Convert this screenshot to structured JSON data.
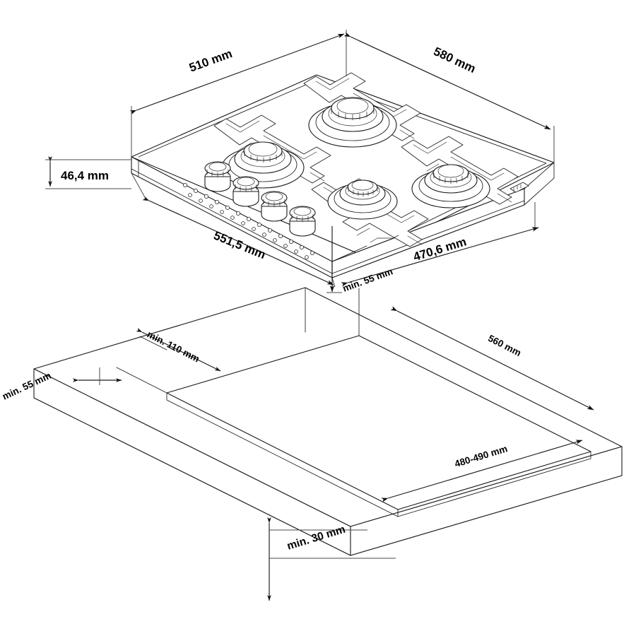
{
  "drawing": {
    "title": "Gas Hob Installation Dimension Drawing",
    "type": "technical-line-drawing",
    "view": "isometric",
    "background_color": "#ffffff",
    "line_color": "#1a1a1a"
  },
  "appliance": {
    "name": "4-burner gas hob",
    "burner_count": 4,
    "knob_count": 4,
    "features": [
      "cast-iron pan supports",
      "perforated front trim",
      "front-mounted control knobs",
      "side gas connector"
    ]
  },
  "dimensions": {
    "hob_width": {
      "label": "510 mm",
      "value": 510,
      "unit": "mm",
      "description": "hob top width"
    },
    "hob_depth": {
      "label": "580 mm",
      "value": 580,
      "unit": "mm",
      "description": "hob top depth"
    },
    "hob_height": {
      "label": "46,4 mm",
      "value": 46.4,
      "unit": "mm",
      "description": "hob body height"
    },
    "hob_body_width": {
      "label": "551,5 mm",
      "value": 551.5,
      "unit": "mm",
      "description": "hob body width"
    },
    "hob_body_depth": {
      "label": "470,6 mm",
      "value": 470.6,
      "unit": "mm",
      "description": "hob body depth"
    },
    "clearance_rear_min": {
      "label": "min. 55 mm",
      "value": 55,
      "unit": "mm",
      "description": "minimum rear clearance"
    },
    "clearance_side_min": {
      "label": "min. 55 mm",
      "value": 55,
      "unit": "mm",
      "description": "minimum side clearance"
    },
    "clearance_front_min": {
      "label": "min. 110 mm",
      "value": 110,
      "unit": "mm",
      "description": "minimum front clearance"
    },
    "cutout_width": {
      "label": "560 mm",
      "value": 560,
      "unit": "mm",
      "description": "worktop cutout width"
    },
    "cutout_depth": {
      "label": "480-490 mm",
      "value_min": 480,
      "value_max": 490,
      "unit": "mm",
      "description": "worktop cutout depth"
    },
    "worktop_thickness_min": {
      "label": "min. 30 mm",
      "value": 30,
      "unit": "mm",
      "description": "minimum worktop thickness"
    }
  },
  "labels": [
    {
      "id": "dim-510",
      "text": "510 mm"
    },
    {
      "id": "dim-580",
      "text": "580 mm"
    },
    {
      "id": "dim-46-4",
      "text": "46,4 mm"
    },
    {
      "id": "dim-551-5",
      "text": "551,5 mm"
    },
    {
      "id": "dim-470-6",
      "text": "470,6 mm"
    },
    {
      "id": "dim-min-55-rear",
      "text": "min. 55 mm"
    },
    {
      "id": "dim-min-110",
      "text": "min. 110 mm"
    },
    {
      "id": "dim-min-55-side",
      "text": "min. 55 mm"
    },
    {
      "id": "dim-560",
      "text": "560 mm"
    },
    {
      "id": "dim-480-490",
      "text": "480-490 mm"
    },
    {
      "id": "dim-min-30",
      "text": "min. 30 mm"
    }
  ]
}
